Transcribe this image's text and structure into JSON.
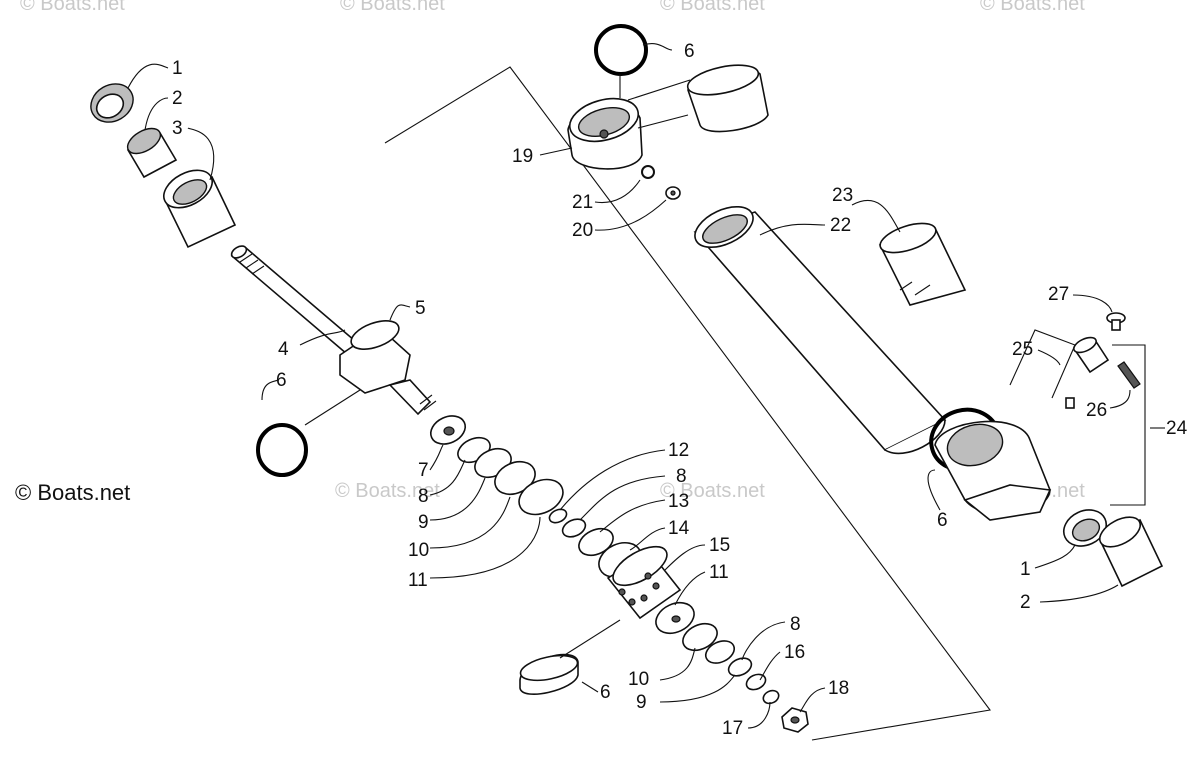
{
  "watermarks": {
    "top": [
      "© Boats.net",
      "© Boats.net",
      "© Boats.net",
      "© Boats.net"
    ],
    "middle": [
      "© Boats.net",
      "© Boats.net",
      "© Boats.net"
    ]
  },
  "copyright": "© Boats.net",
  "callouts": [
    "1",
    "2",
    "3",
    "4",
    "5",
    "6",
    "6",
    "6",
    "6",
    "7",
    "8",
    "9",
    "10",
    "11",
    "12",
    "8",
    "13",
    "14",
    "15",
    "11",
    "8",
    "16",
    "10",
    "9",
    "17",
    "18",
    "19",
    "21",
    "20",
    "22",
    "23",
    "27",
    "25",
    "26",
    "24",
    "1",
    "2"
  ]
}
